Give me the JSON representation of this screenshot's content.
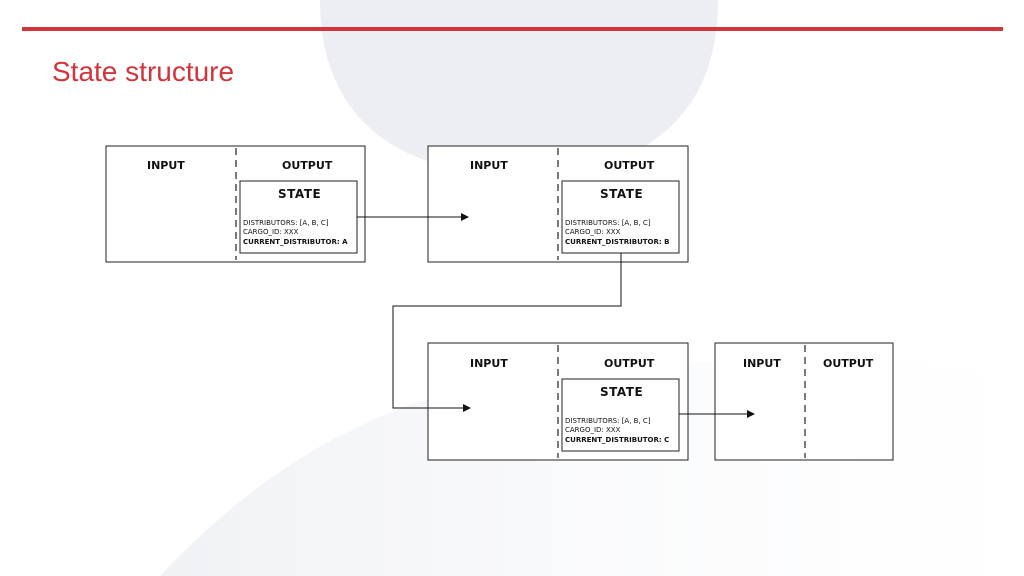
{
  "slide": {
    "title": "State structure",
    "accent_color": "#d1343a",
    "background_shape_color": "#eceef4"
  },
  "diagram": {
    "stages": [
      {
        "input_label": "INPUT",
        "output_label": "OUTPUT",
        "state": {
          "heading": "STATE",
          "distributors": "DISTRIBUTORS: [A, B, C]",
          "cargo_id": "CARGO_ID: XXX",
          "current_distributor": "CURRENT_DISTRIBUTOR: A"
        }
      },
      {
        "input_label": "INPUT",
        "output_label": "OUTPUT",
        "state": {
          "heading": "STATE",
          "distributors": "DISTRIBUTORS: [A, B, C]",
          "cargo_id": "CARGO_ID: XXX",
          "current_distributor": "CURRENT_DISTRIBUTOR: B"
        }
      },
      {
        "input_label": "INPUT",
        "output_label": "OUTPUT",
        "state": {
          "heading": "STATE",
          "distributors": "DISTRIBUTORS: [A, B, C]",
          "cargo_id": "CARGO_ID: XXX",
          "current_distributor": "CURRENT_DISTRIBUTOR: C"
        }
      },
      {
        "input_label": "INPUT",
        "output_label": "OUTPUT"
      }
    ]
  }
}
